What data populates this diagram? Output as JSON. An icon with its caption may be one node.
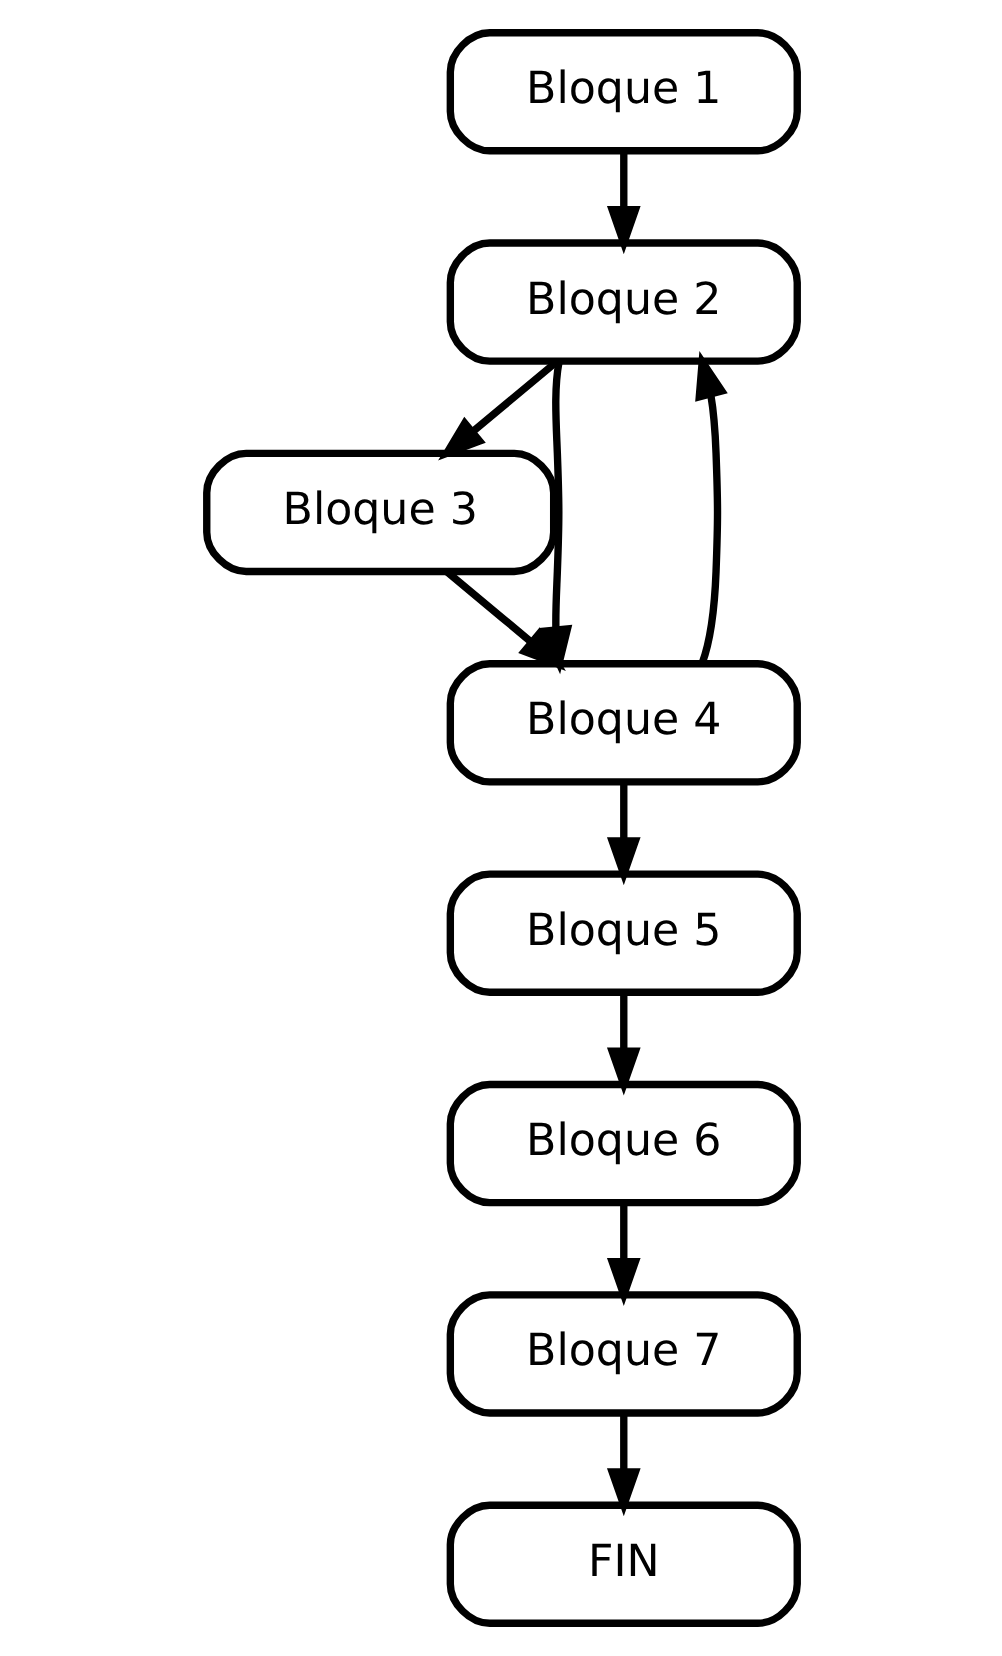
{
  "diagram": {
    "nodes": [
      {
        "text": [
          "Bloque 1"
        ]
      },
      {
        "text": [
          "Bloque 2"
        ]
      },
      {
        "text": [
          "Bloque 3"
        ]
      },
      {
        "text": [
          "Bloque 4"
        ]
      },
      {
        "text": [
          "Bloque 5"
        ]
      },
      {
        "text": [
          "Bloque 6"
        ]
      },
      {
        "text": [
          "Bloque 7"
        ]
      },
      {
        "text": [
          "FIN"
        ]
      }
    ],
    "edges": [
      {
        "from": 0,
        "to": 1,
        "arrow": "to"
      },
      {
        "from": 1,
        "to": 2,
        "arrow": "to"
      },
      {
        "from": 2,
        "to": 3,
        "arrow": "to"
      },
      {
        "from": 1,
        "to": 3,
        "arrow": "to"
      },
      {
        "from": 3,
        "to": 1,
        "arrow": "to"
      },
      {
        "from": 3,
        "to": 4,
        "arrow": "to"
      },
      {
        "from": 4,
        "to": 5,
        "arrow": "to"
      },
      {
        "from": 5,
        "to": 6,
        "arrow": "to"
      },
      {
        "from": 6,
        "to": 7,
        "arrow": "to"
      }
    ]
  }
}
